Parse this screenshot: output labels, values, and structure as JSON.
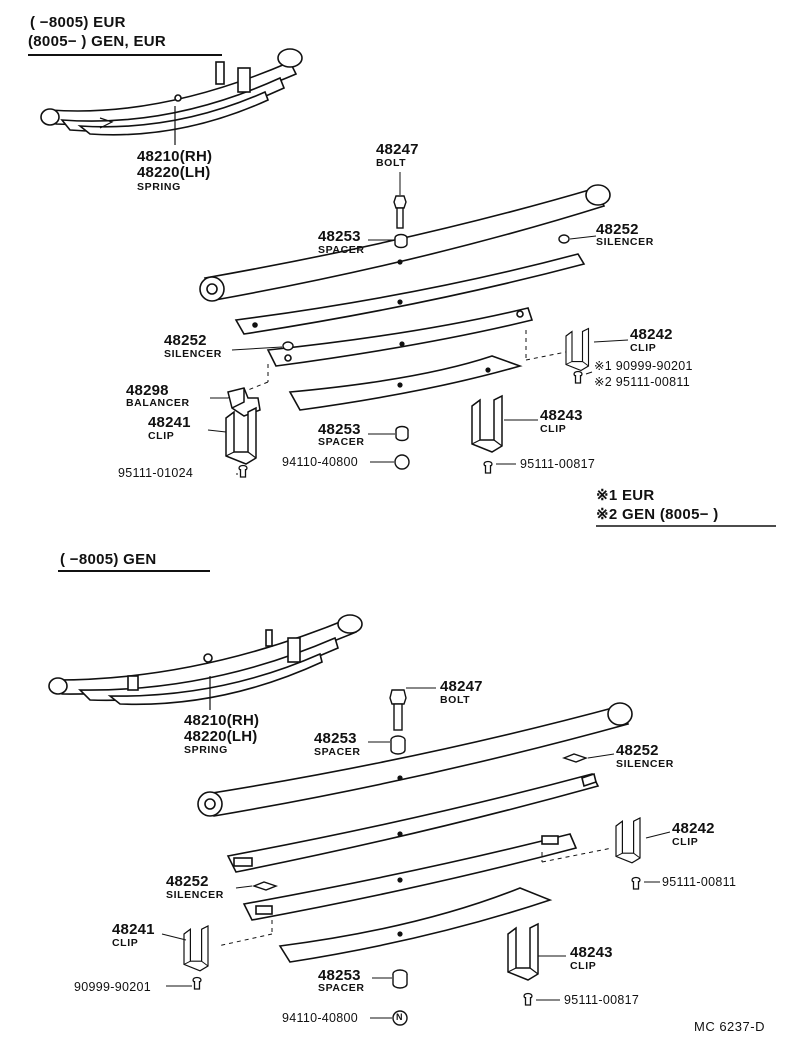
{
  "upper_section": {
    "header_line1": "(      −8005) EUR",
    "header_line2": "(8005−      ) GEN, EUR",
    "spring_rh": "48210(RH)",
    "spring_lh": "48220(LH)",
    "spring_name": "SPRING",
    "bolt_no": "48247",
    "bolt_name": "BOLT",
    "spacer_top_no": "48253",
    "spacer_top_name": "SPACER",
    "silencer_right_no": "48252",
    "silencer_right_name": "SILENCER",
    "silencer_left_no": "48252",
    "silencer_left_name": "SILENCER",
    "clip_right_no": "48242",
    "clip_right_name": "CLIP",
    "fastener_1": "※1 90999-90201",
    "fastener_2": "※2 95111-00811",
    "balancer_no": "48298",
    "balancer_name": "BALANCER",
    "clip_left_no": "48241",
    "clip_left_name": "CLIP",
    "spacer_bottom_no": "48253",
    "spacer_bottom_name": "SPACER",
    "clip_mid_no": "48243",
    "clip_mid_name": "CLIP",
    "bolt_left_no": "95111-01024",
    "nut_no": "94110-40800",
    "bolt_mid_no": "95111-00817",
    "legend_1": "※1 EUR",
    "legend_2": "※2 GEN (8005−      )"
  },
  "lower_section": {
    "header": "(      −8005) GEN",
    "spring_rh": "48210(RH)",
    "spring_lh": "48220(LH)",
    "spring_name": "SPRING",
    "bolt_no": "48247",
    "bolt_name": "BOLT",
    "spacer_top_no": "48253",
    "spacer_top_name": "SPACER",
    "silencer_right_no": "48252",
    "silencer_right_name": "SILENCER",
    "clip_right_no": "48242",
    "clip_right_name": "CLIP",
    "bolt_right_no": "95111-00811",
    "silencer_left_no": "48252",
    "silencer_left_name": "SILENCER",
    "clip_left_no": "48241",
    "clip_left_name": "CLIP",
    "clip_mid_no": "48243",
    "clip_mid_name": "CLIP",
    "bolt_left_no": "90999-90201",
    "spacer_bottom_no": "48253",
    "spacer_bottom_name": "SPACER",
    "bolt_mid_no": "95111-00817",
    "nut_no": "94110-40800",
    "nut_symbol": "N"
  },
  "footer_code": "MC 6237-D"
}
